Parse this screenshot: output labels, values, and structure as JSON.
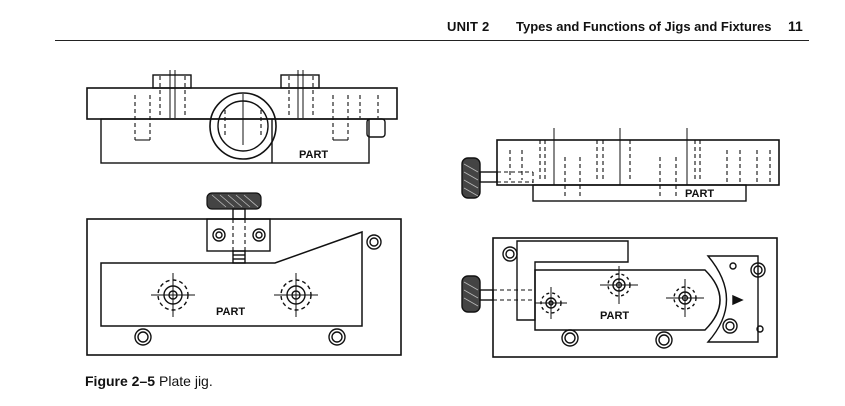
{
  "header": {
    "unit": "UNIT 2",
    "title": "Types and Functions of Jigs and Fixtures",
    "page_number": "11"
  },
  "figure": {
    "part_label": "PART",
    "caption_number": "Figure 2–5",
    "caption_text": "Plate jig."
  }
}
